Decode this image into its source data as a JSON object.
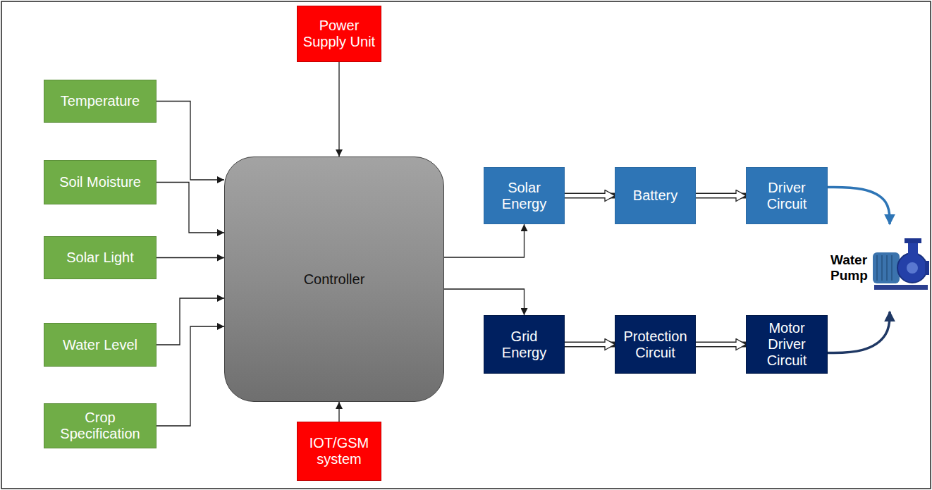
{
  "diagram": {
    "nodes": [
      {
        "text": [
          "Power Supply Unit"
        ]
      },
      {
        "text": [
          "Temperature"
        ]
      },
      {
        "text": [
          "Soil Moisture"
        ]
      },
      {
        "text": [
          "Solar Light"
        ]
      },
      {
        "text": [
          "Water Level"
        ]
      },
      {
        "text": [
          "Crop Specification"
        ]
      },
      {
        "text": [
          "Controller"
        ]
      },
      {
        "text": [
          "Solar Energy"
        ]
      },
      {
        "text": [
          "Battery"
        ]
      },
      {
        "text": [
          "Driver Circuit"
        ]
      },
      {
        "text": [
          "Water Pump"
        ]
      },
      {
        "text": [
          "Grid Energy"
        ]
      },
      {
        "text": [
          "Protection Circuit"
        ]
      },
      {
        "text": [
          "Motor Driver Circuit"
        ]
      },
      {
        "text": [
          "IOT/GSM system"
        ]
      }
    ],
    "edges": [
      {
        "from": 0,
        "to": 6,
        "arrow": "to"
      },
      {
        "from": 1,
        "to": 6,
        "arrow": "to"
      },
      {
        "from": 2,
        "to": 6,
        "arrow": "to"
      },
      {
        "from": 3,
        "to": 6,
        "arrow": "to"
      },
      {
        "from": 4,
        "to": 6,
        "arrow": "to"
      },
      {
        "from": 5,
        "to": 6,
        "arrow": "to"
      },
      {
        "from": 14,
        "to": 6,
        "arrow": "to"
      },
      {
        "from": 6,
        "to": 7,
        "arrow": "to"
      },
      {
        "from": 6,
        "to": 11,
        "arrow": "to"
      },
      {
        "from": 7,
        "to": 8,
        "arrow": "to"
      },
      {
        "from": 8,
        "to": 9,
        "arrow": "to"
      },
      {
        "from": 9,
        "to": 10,
        "arrow": "to"
      },
      {
        "from": 11,
        "to": 12,
        "arrow": "to"
      },
      {
        "from": 12,
        "to": 13,
        "arrow": "to"
      },
      {
        "from": 13,
        "to": 10,
        "arrow": "to"
      }
    ]
  }
}
